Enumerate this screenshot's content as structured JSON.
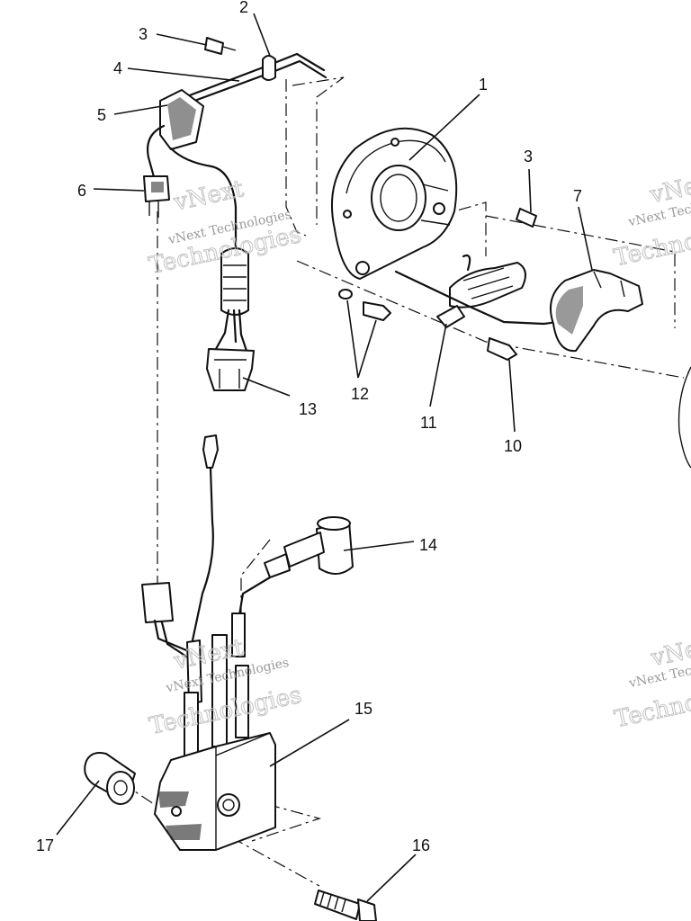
{
  "callouts": [
    {
      "id": "1",
      "text": "1"
    },
    {
      "id": "2",
      "text": "2"
    },
    {
      "id": "3a",
      "text": "3"
    },
    {
      "id": "3b",
      "text": "3"
    },
    {
      "id": "4",
      "text": "4"
    },
    {
      "id": "5",
      "text": "5"
    },
    {
      "id": "6",
      "text": "6"
    },
    {
      "id": "7",
      "text": "7"
    },
    {
      "id": "10",
      "text": "10"
    },
    {
      "id": "11",
      "text": "11"
    },
    {
      "id": "12",
      "text": "12"
    },
    {
      "id": "13",
      "text": "13"
    },
    {
      "id": "14",
      "text": "14"
    },
    {
      "id": "15",
      "text": "15"
    },
    {
      "id": "16",
      "text": "16"
    },
    {
      "id": "17",
      "text": "17"
    }
  ],
  "watermark": {
    "brand": "vNext",
    "company": "vNext Technologies",
    "word": "Technologies"
  }
}
